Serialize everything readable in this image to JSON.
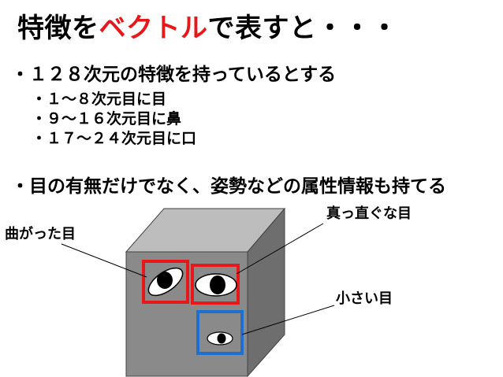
{
  "title": {
    "part1": "特徴を",
    "part2": "ベクトル",
    "part3": "で表すと・・・"
  },
  "bullets": [
    {
      "text": "・１２８次元の特徴を持っているとする"
    },
    {
      "text": "・１〜８次元目に目"
    },
    {
      "text": "・９〜１６次元目に鼻"
    },
    {
      "text": "・１７〜２４次元目に口"
    },
    {
      "text": "・目の有無だけでなく、姿勢などの属性情報も持てる"
    }
  ],
  "labels": {
    "curved_eye": "曲がった目",
    "straight_eye": "真っ直ぐな目",
    "small_eye": "小さい目"
  },
  "colors": {
    "accent": "#e8171a",
    "box_red": "#e8171a",
    "box_blue": "#1f6fd1",
    "cube_front": "#8a8a8a",
    "cube_top": "#bdbdbd",
    "cube_side": "#6e6e6e"
  }
}
